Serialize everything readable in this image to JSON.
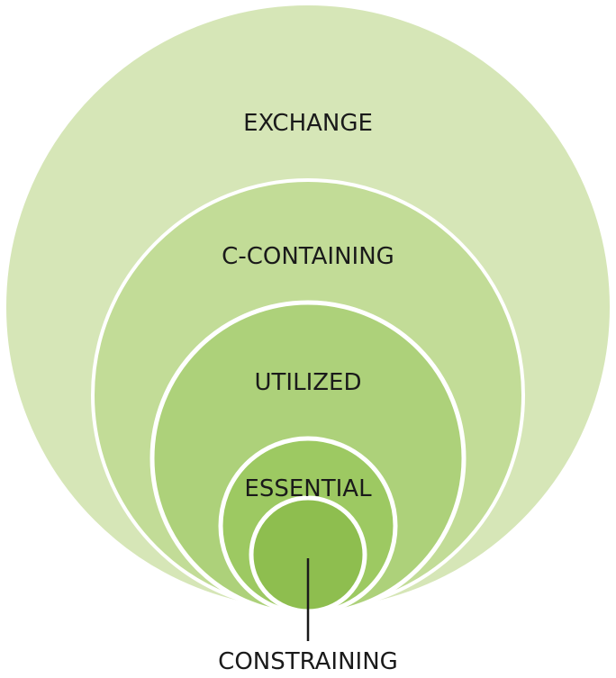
{
  "diagram": {
    "rings": [
      {
        "label": "EXCHANGE",
        "color": "#d6e6b7"
      },
      {
        "label": "C-CONTAINING",
        "color": "#c2dc97"
      },
      {
        "label": "UTILIZED",
        "color": "#add17a"
      },
      {
        "label": "ESSENTIAL",
        "color": "#9dc962"
      },
      {
        "label": "CONSTRAINING",
        "color": "#8ebe4f"
      }
    ],
    "ring_stroke_color": "#ffffff",
    "pointer_color": "#1a1a1a"
  }
}
